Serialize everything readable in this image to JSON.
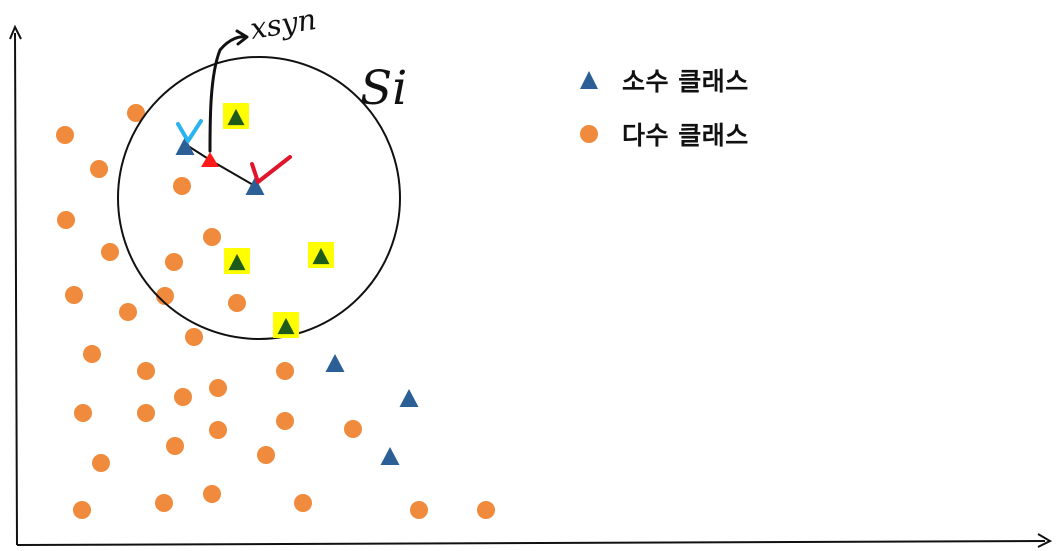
{
  "legend": {
    "minority_label": "소수 클래스",
    "majority_label": "다수 클래스"
  },
  "annotations": {
    "synthetic_label": "xsyn",
    "neighborhood_label": "Si"
  },
  "colors": {
    "minority": "#2b5f95",
    "majority": "#f08a3c",
    "synthetic": "#ff1a1a",
    "highlight": "#ffff00",
    "highlighted_triangle": "#1e5a1a",
    "check_blue": "#2bb3ef",
    "check_red": "#e0162c",
    "ink": "#111111"
  },
  "icons": {
    "minority_marker": "triangle",
    "majority_marker": "circle",
    "synthetic_marker": "triangle"
  }
}
